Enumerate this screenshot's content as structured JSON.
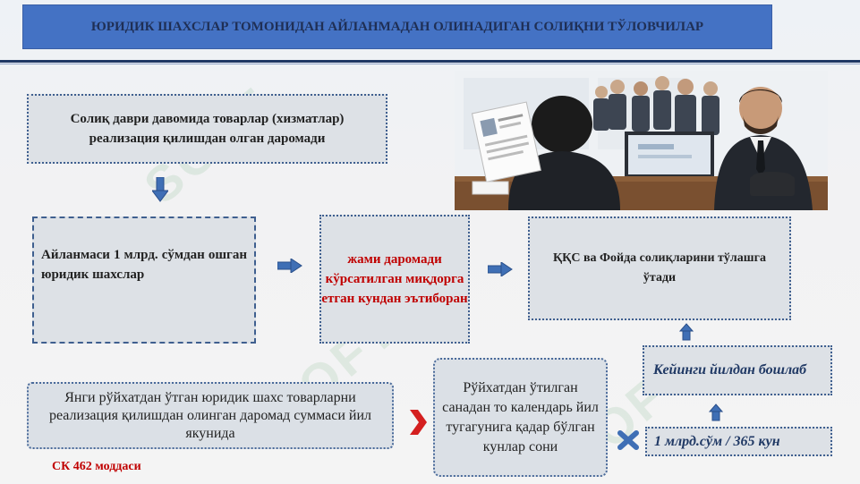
{
  "header": {
    "title": "ЮРИДИК ШАХСЛАР ТОМОНИДАН АЙЛАНМАДАН ОЛИНАДИГАН СОЛИҚНИ ТЎЛОВЧИЛАР"
  },
  "watermark": {
    "text": "SOFT"
  },
  "boxes": {
    "revenue": "Солиқ даври давомида товарлар (хизматлар) реализация қилишдан олган даромади",
    "turnover": "Айланмаси 1 млрд. сўмдан ошган юридик шахслар",
    "accumulated": "жами даромади кўрсатилган миқдорга етган кундан эътиборан",
    "taxes": "ҚҚС ва Фойда солиқларини тўлашга ўтади",
    "next_year": "Кейинги йилдан бошлаб",
    "formula": "1 млрд.сўм / 365 кун",
    "new_entity": "Янги рўйхатдан ўтган юридик шахс товарларни реализация қилишдан олинган даромад суммаси йил якунида",
    "days": "Рўйхатдан ўтилган санадан то календарь йил тугагунига қадар бўлган кунлар сони"
  },
  "footer": {
    "article": "СК 462 моддаси"
  },
  "colors": {
    "header_bg": "#4472c4",
    "accent_red": "#c00000",
    "arrow_blue": "#3f6fb5",
    "box_bg": "#dde1e6"
  },
  "icons": [
    "arrow-down-icon",
    "arrow-right-icon",
    "arrow-up-icon",
    "chevron-right-icon",
    "multiply-icon"
  ]
}
